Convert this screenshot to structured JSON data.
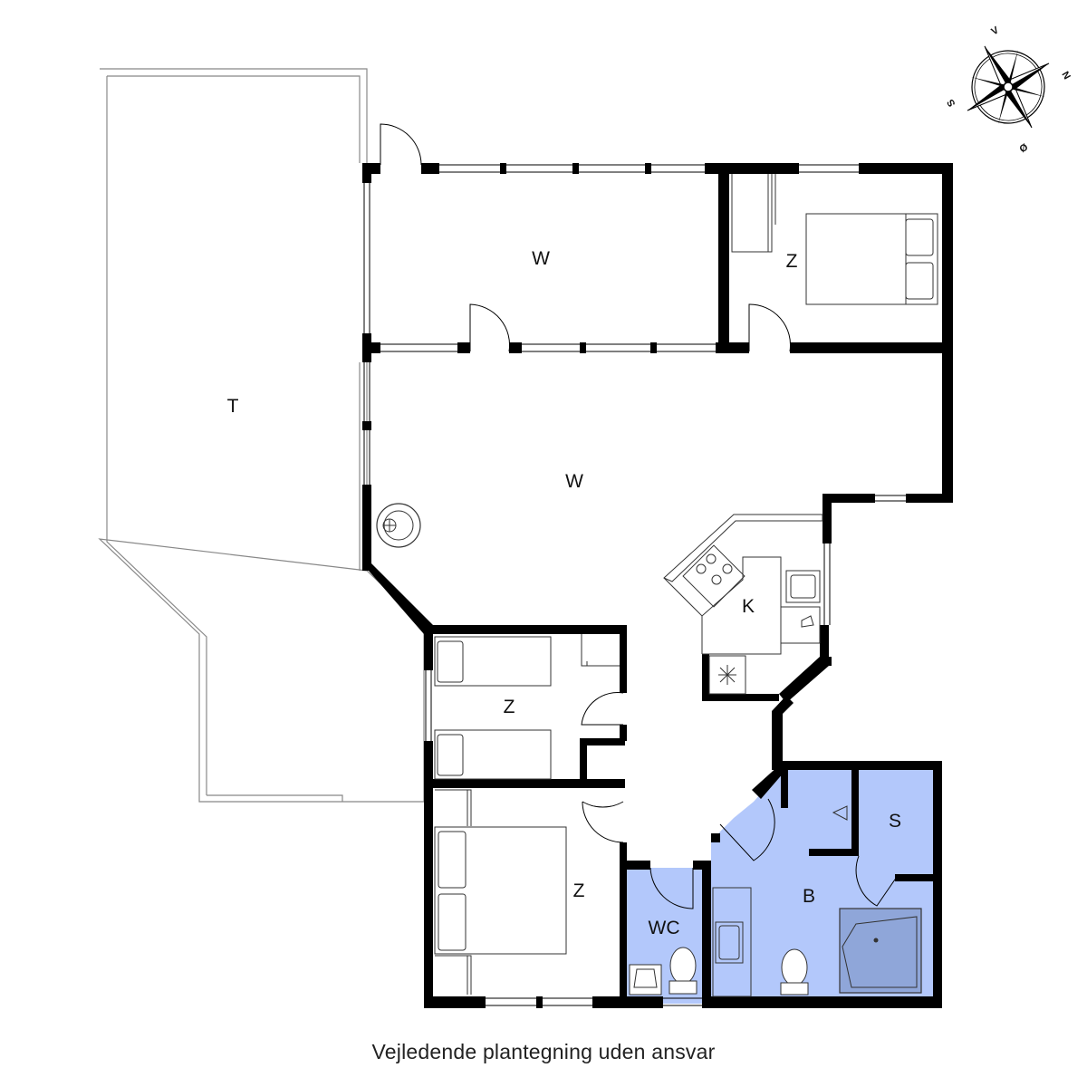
{
  "floorplan": {
    "rooms": [
      {
        "id": "terrace",
        "label": "T"
      },
      {
        "id": "living-upper",
        "label": "W"
      },
      {
        "id": "bedroom-ne",
        "label": "Z"
      },
      {
        "id": "living-main",
        "label": "W"
      },
      {
        "id": "kitchen",
        "label": "K"
      },
      {
        "id": "bedroom-mid",
        "label": "Z"
      },
      {
        "id": "bedroom-sw",
        "label": "Z"
      },
      {
        "id": "wc",
        "label": "WC"
      },
      {
        "id": "bathroom",
        "label": "B"
      },
      {
        "id": "storage",
        "label": "S"
      }
    ],
    "wet_room_color": "#b3c8fb",
    "bathtub_color": "#8fa6d9",
    "wall_color": "#000000"
  },
  "compass": {
    "letters": [
      "V",
      "N",
      "S",
      "Ø"
    ]
  },
  "caption": "Vejledende plantegning uden ansvar"
}
